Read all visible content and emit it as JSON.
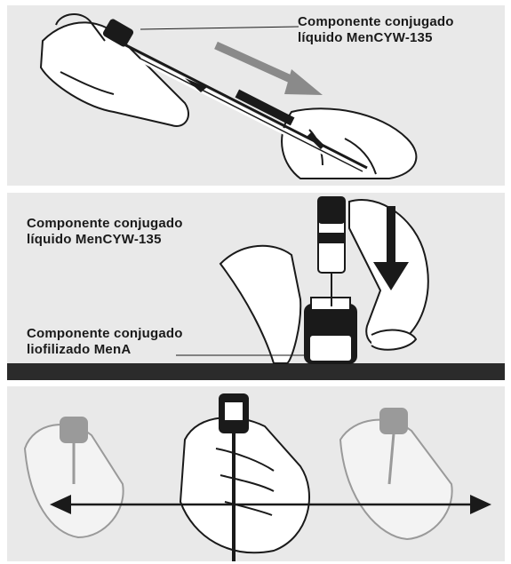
{
  "steps": [
    {
      "labels": [
        {
          "line1": "Componente conjugado",
          "line2": "líquido MenCYW-135"
        }
      ]
    },
    {
      "labels": [
        {
          "line1": "Componente conjugado",
          "line2": "líquido MenCYW-135"
        },
        {
          "line1": "Componente conjugado",
          "line2": "liofilizado MenA"
        }
      ]
    },
    {
      "labels": []
    }
  ],
  "colors": {
    "panel_bg": "#e9e9e9",
    "ink": "#1a1a1a",
    "arrow_grey": "#8a8a8a",
    "table": "#2b2b2b"
  },
  "icons": [
    "syringe-icon",
    "vial-icon",
    "hand-icon",
    "arrow-down-icon",
    "double-arrow-icon"
  ]
}
